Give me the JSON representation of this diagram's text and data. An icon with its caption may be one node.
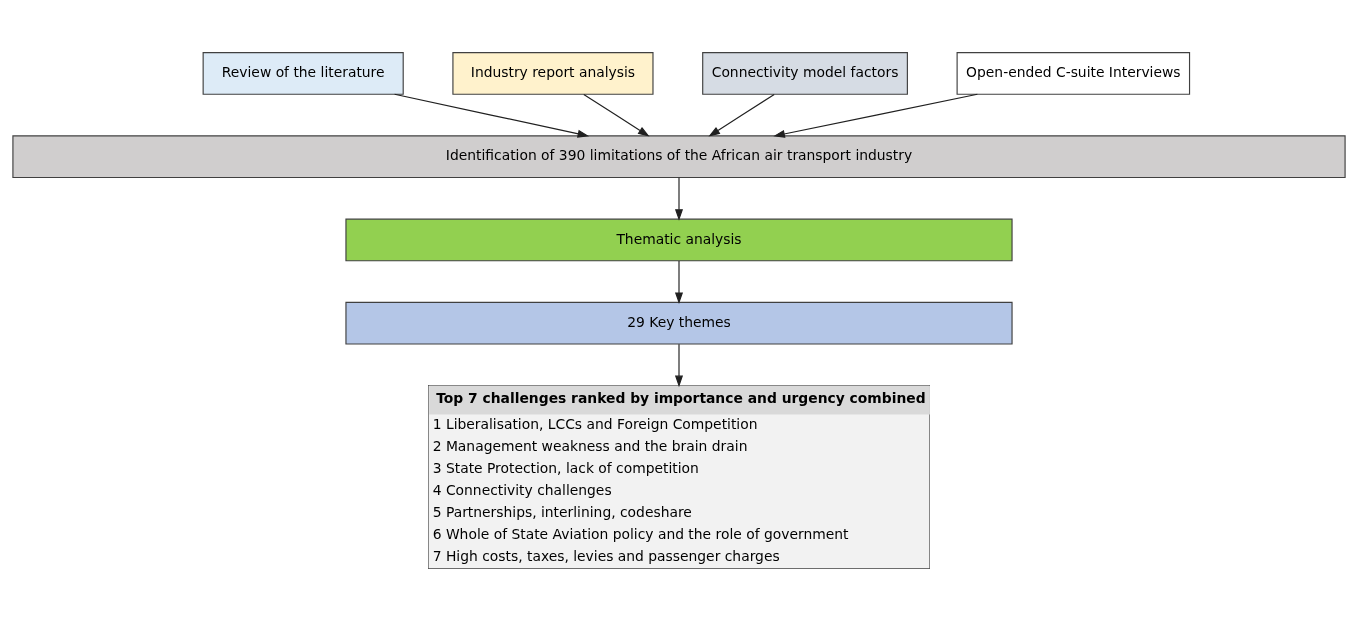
{
  "diagram": {
    "nodes": [
      {
        "text": [
          "Review of the literature"
        ]
      },
      {
        "text": [
          "Industry report analysis"
        ]
      },
      {
        "text": [
          "Connectivity model factors"
        ]
      },
      {
        "text": [
          "Open-ended C-suite Interviews"
        ]
      },
      {
        "text": [
          "Identification of 390 limitations of the African air transport industry"
        ]
      },
      {
        "text": [
          "Thematic analysis"
        ]
      },
      {
        "text": [
          "29 Key themes"
        ]
      },
      {
        "text": [
          "Top 7 challenges ranked by importance and urgency combined",
          "1 Liberalisation, LCCs and Foreign Competition",
          "2 Management weakness and the brain drain",
          "3 State Protection, lack of competition",
          "4 Connectivity challenges",
          "5 Partnerships, interlining, codeshare",
          "6 Whole of State Aviation policy and the role of government",
          "7 High costs, taxes, levies and passenger charges"
        ]
      }
    ],
    "edges": [
      {
        "from": 0,
        "to": 4,
        "arrow": "to"
      },
      {
        "from": 1,
        "to": 4,
        "arrow": "to"
      },
      {
        "from": 2,
        "to": 4,
        "arrow": "to"
      },
      {
        "from": 3,
        "to": 4,
        "arrow": "to"
      },
      {
        "from": 4,
        "to": 5,
        "arrow": "to"
      },
      {
        "from": 5,
        "to": 6,
        "arrow": "to"
      },
      {
        "from": 6,
        "to": 7,
        "arrow": "to"
      }
    ]
  }
}
